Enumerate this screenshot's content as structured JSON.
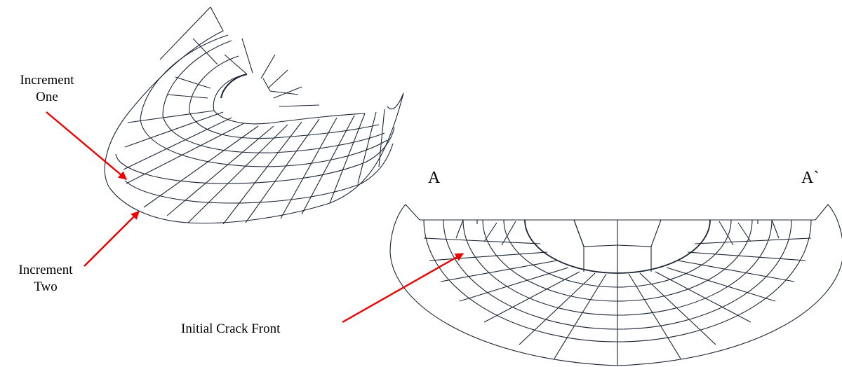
{
  "labels": {
    "increment_one": [
      "Increment",
      "One"
    ],
    "increment_two": [
      "Increment",
      "Two"
    ],
    "initial_crack_front": "Initial Crack Front",
    "section_start": "A",
    "section_end": "A`"
  },
  "colors": {
    "mesh": "#1b2433",
    "arrow": "#ee0000",
    "background": "#ffffff"
  }
}
